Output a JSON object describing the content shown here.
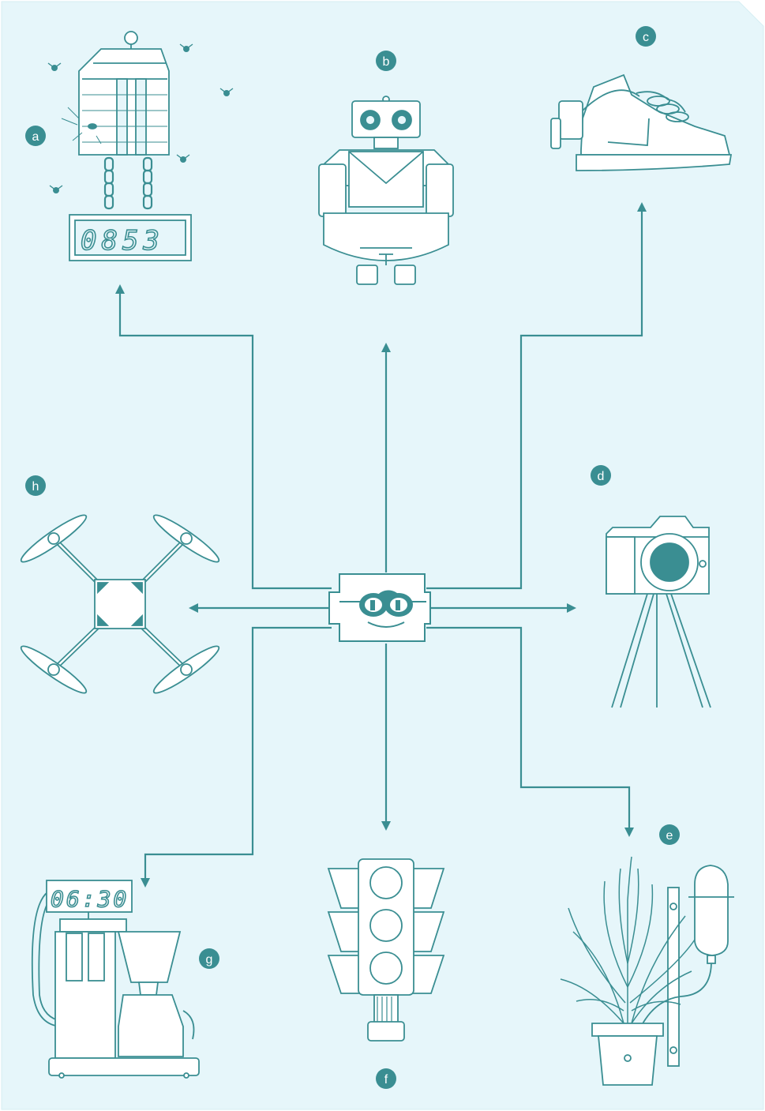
{
  "colors": {
    "background": "#e6f6fa",
    "line": "#3a8e92",
    "fill_white": "#ffffff",
    "badge": "#3a8e92"
  },
  "labels": {
    "a": "a",
    "b": "b",
    "c": "c",
    "d": "d",
    "e": "e",
    "f": "f",
    "g": "g",
    "h": "h"
  },
  "displays": {
    "bug_counter": "0853",
    "coffee_clock": "06:30"
  },
  "icons": {
    "center": "arduino-board-icon",
    "a": "bug-zapper-icon",
    "b": "mail-robot-icon",
    "c": "smart-shoe-icon",
    "d": "camera-tripod-icon",
    "e": "plant-watering-icon",
    "f": "traffic-light-icon",
    "g": "coffee-maker-icon",
    "h": "quadcopter-drone-icon"
  }
}
